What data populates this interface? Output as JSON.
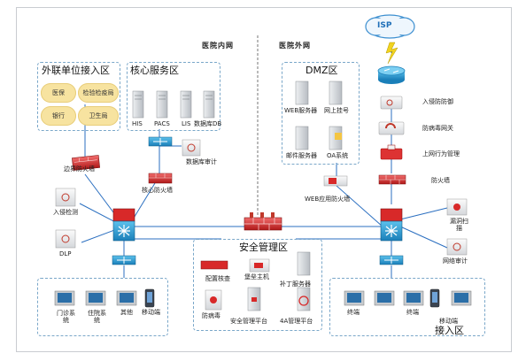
{
  "headers": {
    "inner": "医院内网",
    "outer": "医院外网"
  },
  "zones": {
    "external_units": "外联单位接入区",
    "core_services": "核心服务区",
    "dmz": "DMZ区",
    "security_mgmt": "安全管理区",
    "access": "接入区"
  },
  "external_units": [
    "医保",
    "检验检疫局",
    "银行",
    "卫生局"
  ],
  "core_servers": [
    "HIS",
    "PACS",
    "LIS",
    "数据库DB"
  ],
  "dmz_servers": [
    "WEB服务器",
    "网上挂号",
    "邮件服务器",
    "OA系统"
  ],
  "isp": "ISP",
  "devices": {
    "border_firewall": "边界防火墙",
    "db_audit": "数据库审计",
    "core_firewall": "核心防火墙",
    "ids": "入侵检测",
    "dlp": "DLP",
    "waf": "WEB应用防火墙",
    "ips": "入侵防防御",
    "av_gateway": "防病毒网关",
    "behavior_mgmt": "上网行为管理",
    "firewall": "防火墙",
    "vuln_scan": "漏洞扫\n描",
    "net_audit": "网络审计"
  },
  "security_items": {
    "config_check": "配置核查",
    "bastion": "堡垒主机",
    "patch_server": "补丁服务器",
    "antivirus": "防病毒",
    "sec_mgmt_platform": "安全管理平台",
    "four_a": "4A管理平台"
  },
  "left_terminals": [
    "门诊系\n统",
    "住院系\n统",
    "其他",
    "移动端"
  ],
  "right_terminals": [
    "终端",
    "终端",
    "移动端"
  ]
}
